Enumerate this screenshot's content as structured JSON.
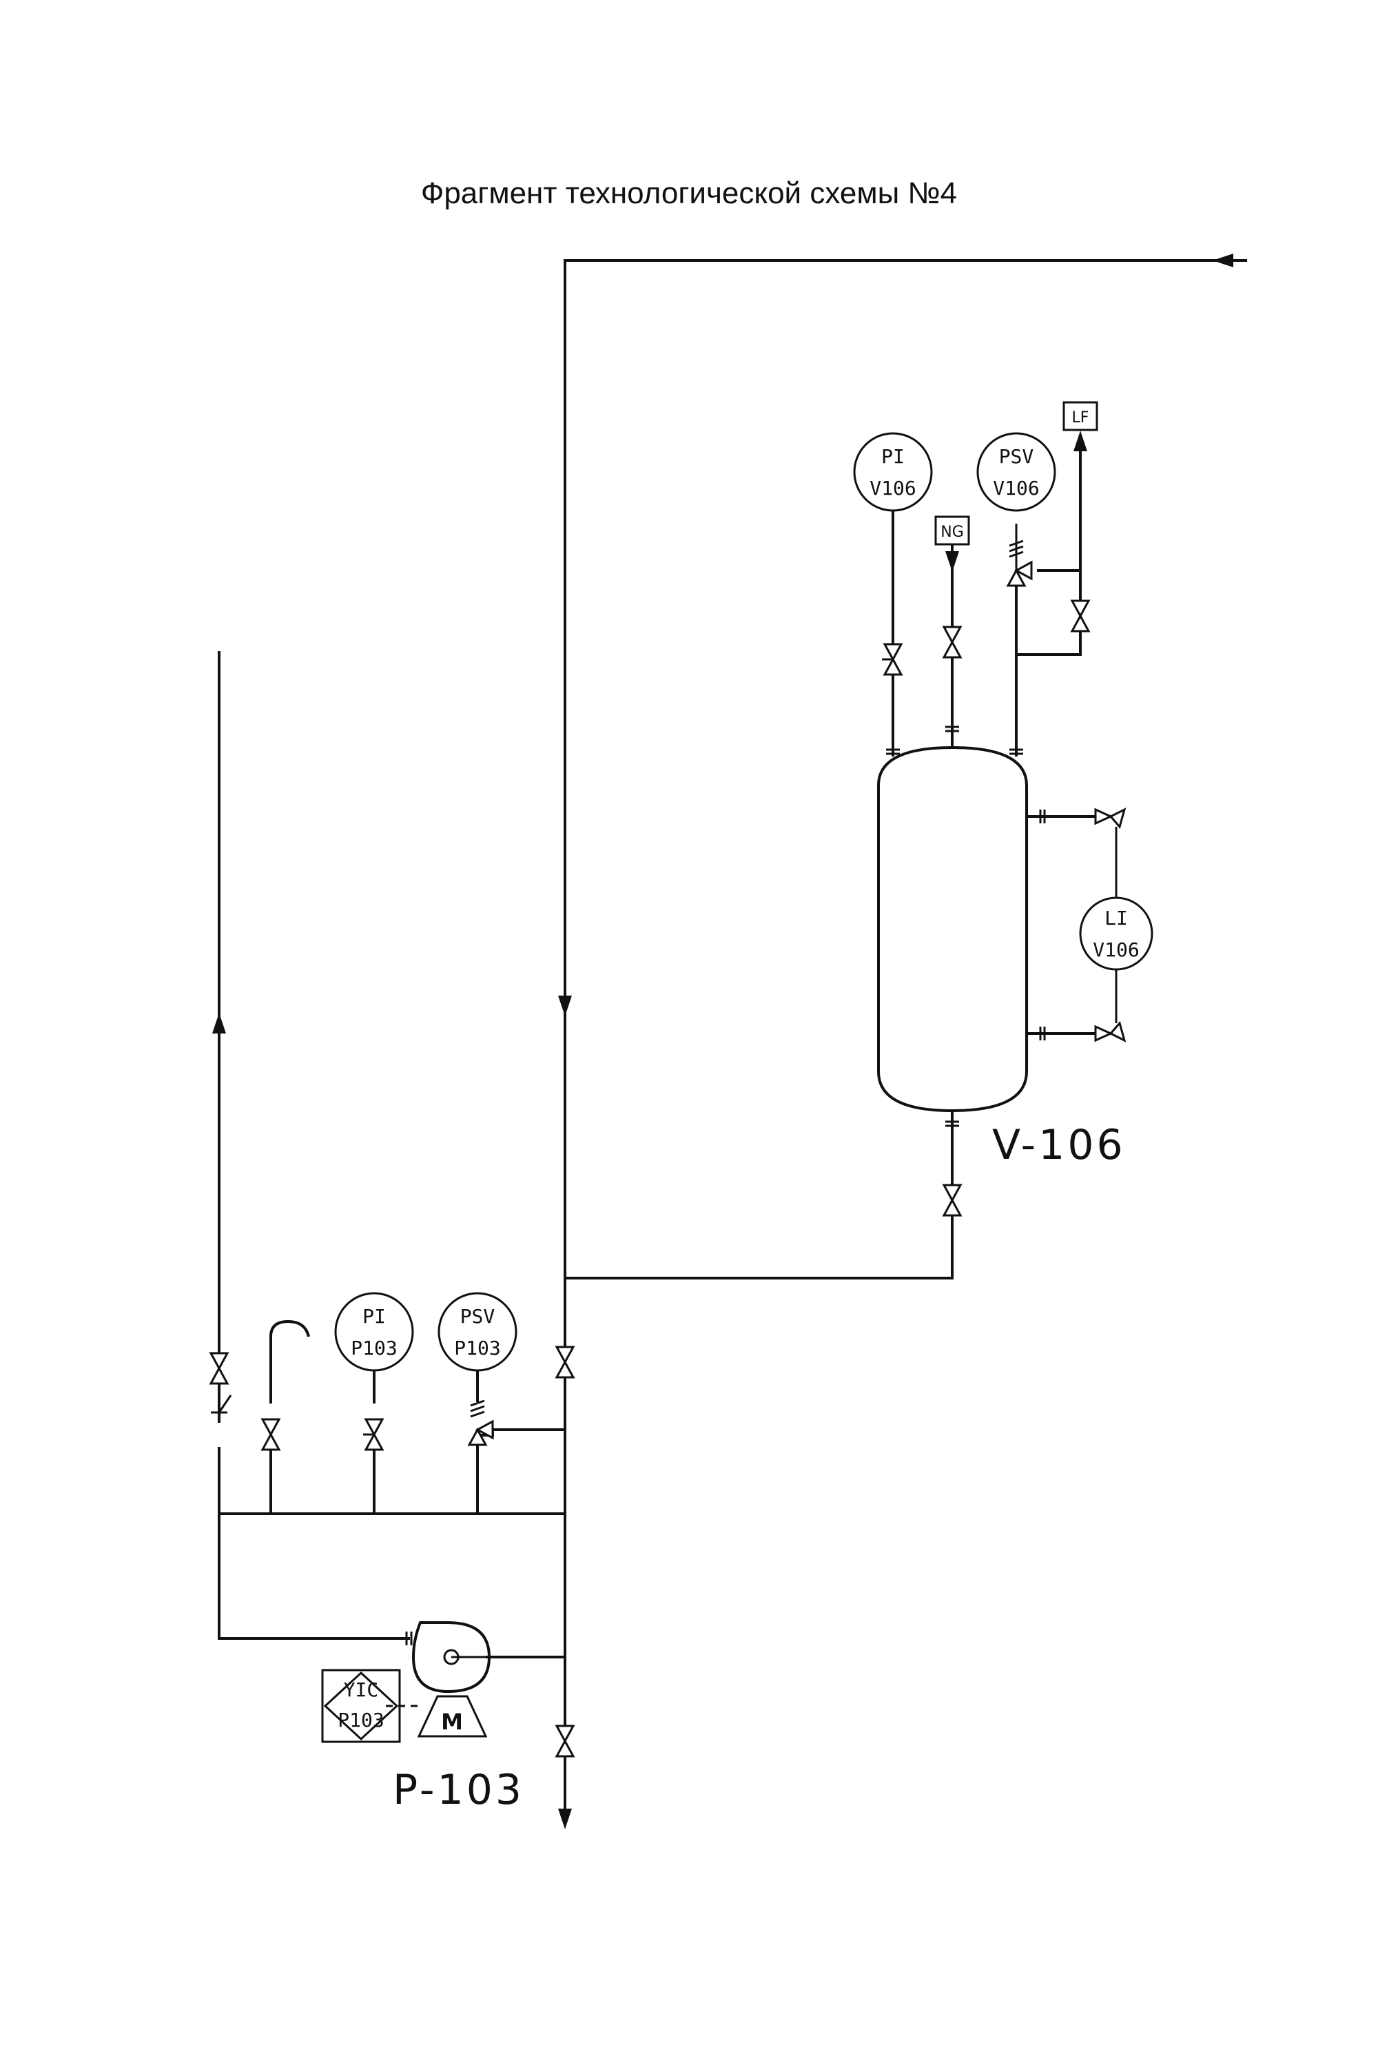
{
  "title": "Фрагмент технологической схемы №4",
  "equipment": {
    "vessel_tag": "V-106",
    "pump_tag": "P-103",
    "motor_label": "M"
  },
  "instruments": {
    "pi_v106": {
      "line1": "PI",
      "line2": "V106"
    },
    "psv_v106": {
      "line1": "PSV",
      "line2": "V106"
    },
    "li_v106": {
      "line1": "LI",
      "line2": "V106"
    },
    "pi_p103": {
      "line1": "PI",
      "line2": "P103"
    },
    "psv_p103": {
      "line1": "PSV",
      "line2": "P103"
    },
    "yic_p103": {
      "line1": "YIC",
      "line2": "P103"
    }
  },
  "connections": {
    "ng": "NG",
    "lf": "LF"
  }
}
